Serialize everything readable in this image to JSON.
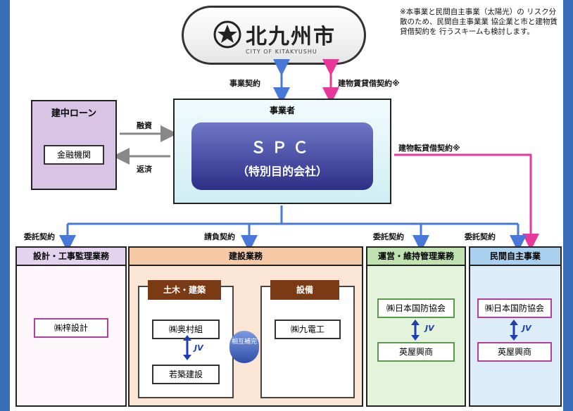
{
  "city": {
    "name": "北九州市",
    "sub": "CITY OF KITAKYUSHU"
  },
  "note": "※本事業と民間自主事業（太陽光）の リスク分散のため、民間自主事業業 協企業と市と建物賃貸借契約を 行うスキームも検討します。",
  "labels": {
    "jigyo_keiyaku": "事業契約",
    "tatemono_keiyaku_top": "建物賃貸借契約※",
    "yushi": "融資",
    "hensai": "返済",
    "tatemono_keiyaku_mid": "建物転貸借契約※",
    "itaku1": "委託契約",
    "ukeoi": "請負契約",
    "itaku2": "委託契約",
    "itaku3": "委託契約"
  },
  "operator": {
    "title": "事業者",
    "spc_title": "ＳＰＣ",
    "spc_sub": "（特別目的会社）"
  },
  "loan": {
    "title": "建中ローン",
    "inner": "金融機関"
  },
  "design": {
    "title": "設計・工事監理業務",
    "inner": "㈱梓設計"
  },
  "construction": {
    "title": "建設業務",
    "civil_head": "土木・建築",
    "civil_a": "㈱奥村組",
    "civil_b": "若築建設",
    "equip_head": "設備",
    "equip_a": "㈱九電工",
    "coop": "相互補完",
    "jv": "JV"
  },
  "operation": {
    "title": "運営・維持管理業務",
    "a": "㈱日本国防協会",
    "b": "英屋興商",
    "jv": "JV"
  },
  "private": {
    "title": "民間自主事業",
    "a": "㈱日本国防協会",
    "b": "英屋興商",
    "jv": "JV"
  },
  "colors": {
    "accent_blue": "#3a6db8",
    "pink": "#e8389a",
    "arrow_blue": "#4a78d8",
    "brown": "#7a3a14"
  }
}
